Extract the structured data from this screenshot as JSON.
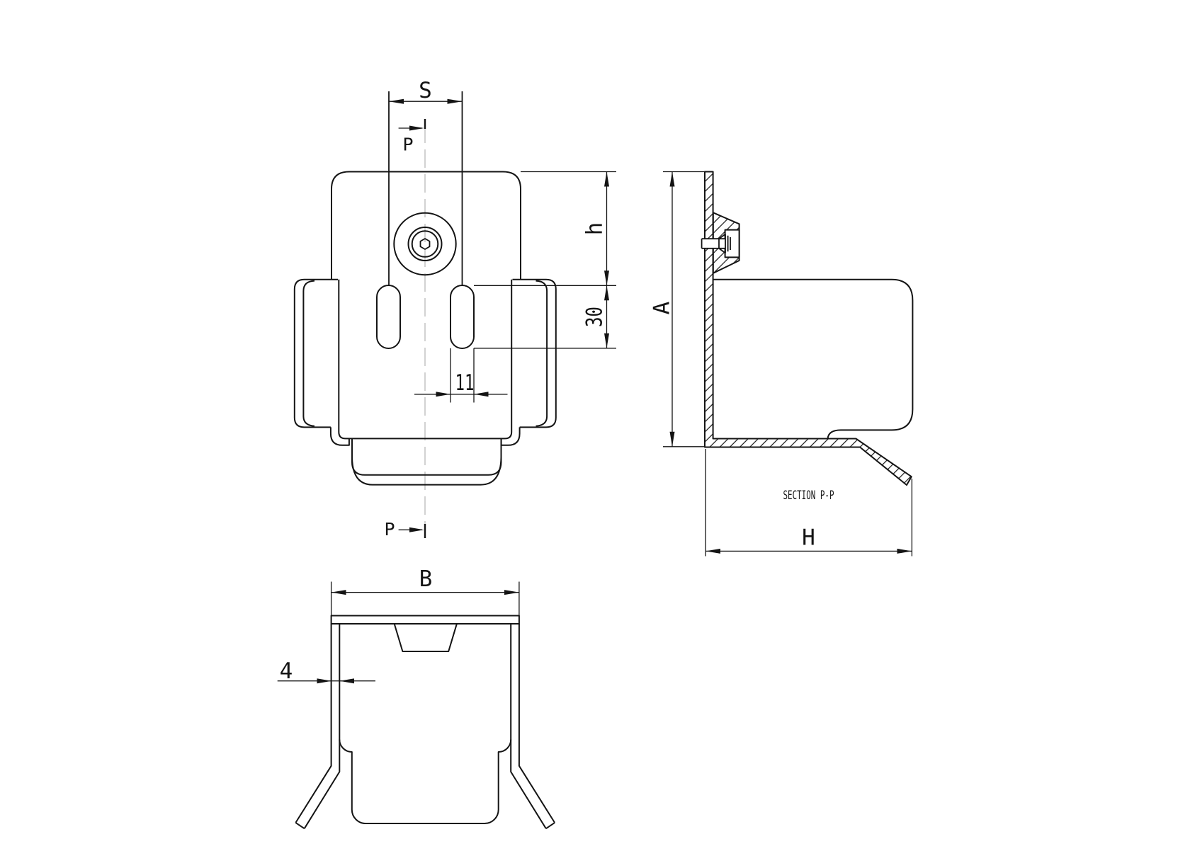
{
  "drawing": {
    "background": "#ffffff",
    "line_color": "#141414",
    "centerline_color": "#b4b4b4",
    "front_view": {
      "dim_s": "S",
      "marker_p_top": "P",
      "marker_p_bottom": "P",
      "dim_h": "h",
      "dim_30": "30",
      "dim_11": "11"
    },
    "section_view": {
      "dim_a": "A",
      "dim_width": "H",
      "caption": "SECTION P-P"
    },
    "bottom_view": {
      "dim_b": "B",
      "dim_4": "4"
    }
  }
}
